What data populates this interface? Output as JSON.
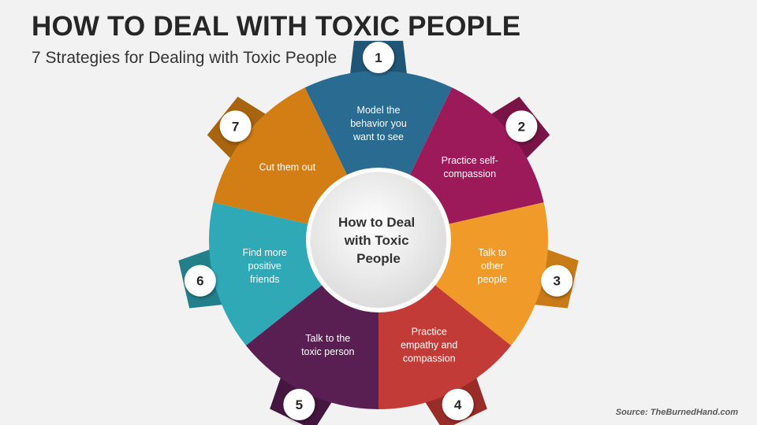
{
  "title": "HOW TO DEAL WITH TOXIC PEOPLE",
  "subtitle": "7 Strategies for Dealing with Toxic People",
  "center": {
    "lines": [
      "How to Deal",
      "with Toxic",
      "People"
    ]
  },
  "source": "Source: TheBurnedHand.com",
  "segments": [
    {
      "number": "1",
      "lines": [
        "Model the",
        "behavior you",
        "want to see"
      ],
      "color": "#2a6b92",
      "tab_color": "#1f5676"
    },
    {
      "number": "2",
      "lines": [
        "Practice self-",
        "compassion"
      ],
      "color": "#9c1a5a",
      "tab_color": "#7a1447"
    },
    {
      "number": "3",
      "lines": [
        "Talk to",
        "other",
        "people"
      ],
      "color": "#f09a2a",
      "tab_color": "#c97b18"
    },
    {
      "number": "4",
      "lines": [
        "Practice",
        "empathy and",
        "compassion"
      ],
      "color": "#c23b36",
      "tab_color": "#9a2c28"
    },
    {
      "number": "5",
      "lines": [
        "Talk to the",
        "toxic person"
      ],
      "color": "#5a1f52",
      "tab_color": "#451640"
    },
    {
      "number": "6",
      "lines": [
        "Find more",
        "positive",
        "friends"
      ],
      "color": "#2fa9b6",
      "tab_color": "#22808b"
    },
    {
      "number": "7",
      "lines": [
        "Cut them out"
      ],
      "color": "#d37e14",
      "tab_color": "#a8640f"
    }
  ]
}
